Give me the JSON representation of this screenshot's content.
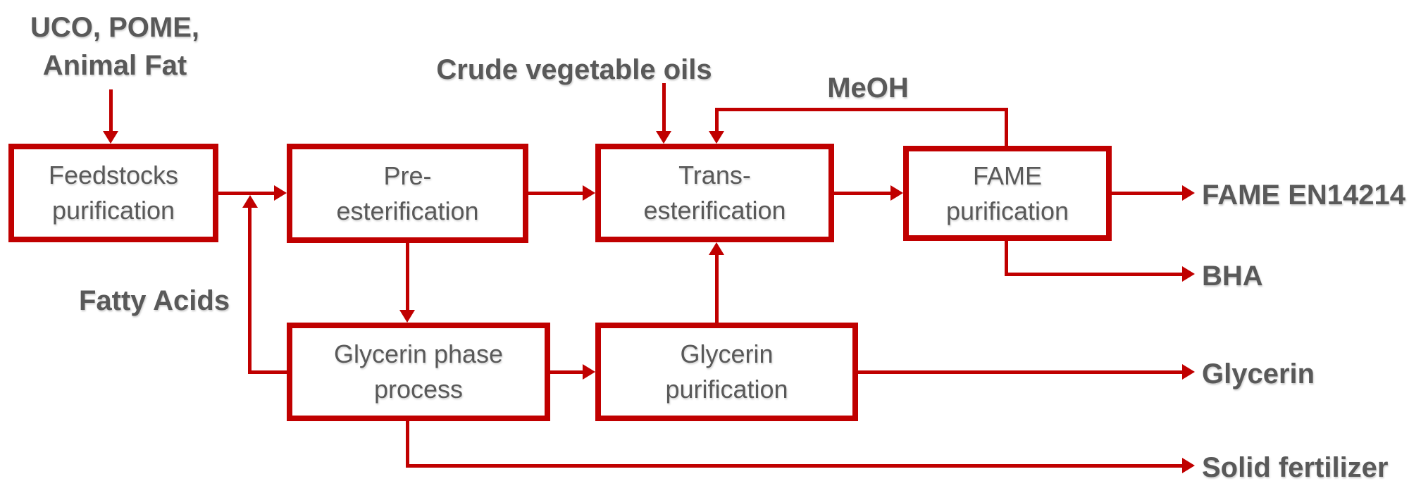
{
  "colors": {
    "accent_red": "#C00000",
    "text_gray": "#595959",
    "background": "#FFFFFF"
  },
  "diagram": {
    "inputs": {
      "uco_line1": "UCO, POME,",
      "uco_line2": "Animal Fat",
      "crude_oils": "Crude vegetable oils",
      "meoh": "MeOH",
      "fatty_acids": "Fatty Acids"
    },
    "boxes": {
      "feedstocks": {
        "lines": [
          "Feedstocks",
          "purification"
        ]
      },
      "pre_esterification": {
        "lines": [
          "Pre-",
          "esterification"
        ]
      },
      "trans_esterification": {
        "lines": [
          "Trans-",
          "esterification"
        ]
      },
      "fame_purification": {
        "lines": [
          "FAME",
          "purification"
        ]
      },
      "glycerin_phase": {
        "lines": [
          "Glycerin phase",
          "process"
        ]
      },
      "glycerin_purification": {
        "lines": [
          "Glycerin",
          "purification"
        ]
      }
    },
    "outputs": {
      "fame_standard": "FAME EN14214",
      "bha": "BHA",
      "glycerin": "Glycerin",
      "solid_fertilizer": "Solid fertilizer"
    },
    "flows": [
      "UCO, POME, Animal Fat -> Feedstocks purification",
      "Feedstocks purification -> Pre-esterification",
      "Crude vegetable oils -> Trans-esterification",
      "Pre-esterification -> Trans-esterification",
      "Pre-esterification -> Glycerin phase process",
      "Glycerin phase process -> Fatty Acids -> Pre-esterification feed",
      "Glycerin phase process -> Glycerin purification",
      "Glycerin phase process -> Solid fertilizer",
      "Glycerin purification -> Trans-esterification",
      "Glycerin purification -> Glycerin",
      "Trans-esterification -> FAME purification",
      "FAME purification -> MeOH -> Trans-esterification",
      "FAME purification -> FAME EN14214",
      "FAME purification -> BHA"
    ]
  }
}
